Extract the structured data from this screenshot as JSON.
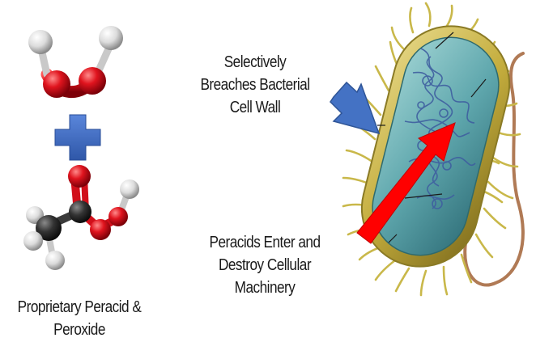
{
  "labels": {
    "breach": [
      "Selectively",
      "Breaches Bacterial",
      "Cell Wall"
    ],
    "enter": [
      "Peracids Enter and",
      "Destroy Cellular",
      "Machinery"
    ],
    "caption": [
      "Proprietary Peracid &",
      "Peroxide"
    ]
  },
  "colors": {
    "oxygen": "#d0101a",
    "hydrogen": "#e6e6e6",
    "carbon": "#2b2b2b",
    "plus": "#3f6ec8",
    "arrow_blue": "#4472c4",
    "arrow_red": "#ff0000",
    "bacterium_wall": "#c8b545",
    "bacterium_inner": "#64aab0",
    "dna": "#3f5fa0",
    "flagellum": "#b07a55",
    "pili": "#c9b84a"
  },
  "icons": {
    "molecule_top": "hydrogen-peroxide-molecule",
    "plus": "plus-icon",
    "molecule_bottom": "peracetic-acid-molecule",
    "bacterium": "bacterium-cell",
    "arrow_blue": "arrow-icon",
    "arrow_red": "arrow-icon"
  }
}
